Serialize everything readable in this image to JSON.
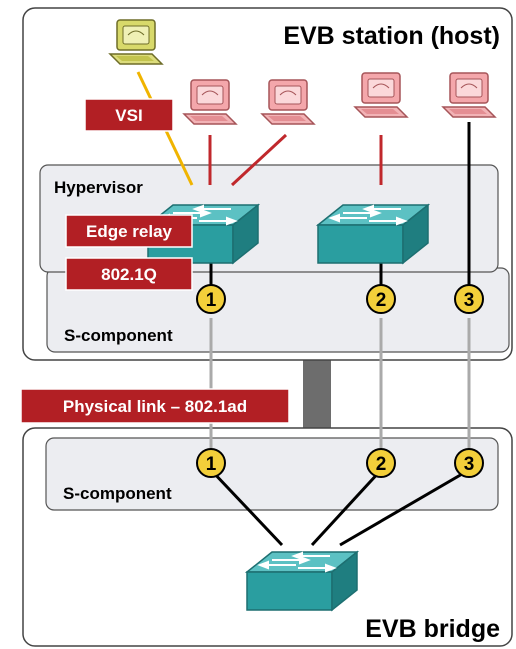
{
  "station": {
    "title": "EVB station (host)"
  },
  "bridge": {
    "title": "EVB bridge"
  },
  "labels": {
    "hypervisor": "Hypervisor",
    "s_component_host": "S-component",
    "s_component_bridge": "S-component"
  },
  "tags": {
    "vsi": "VSI",
    "edge_relay": "Edge relay",
    "q8021": "802.1Q",
    "physical_link": "Physical link – 802.1ad"
  },
  "channels": {
    "one": "1",
    "two": "2",
    "three": "3"
  },
  "icons": {
    "vm_active": "computer-icon-yellow",
    "vm": "computer-icon-pink",
    "switch": "switch-icon"
  },
  "colors": {
    "tag_fill": "#b21f24",
    "vsi_link": "#f0b400",
    "vm_link": "#c0282c",
    "switch_teal": "#2a9ea0",
    "channel_badge": "#f3cf3a",
    "component_box": "#ecedf1",
    "physical_link": "#aaaaaa"
  }
}
